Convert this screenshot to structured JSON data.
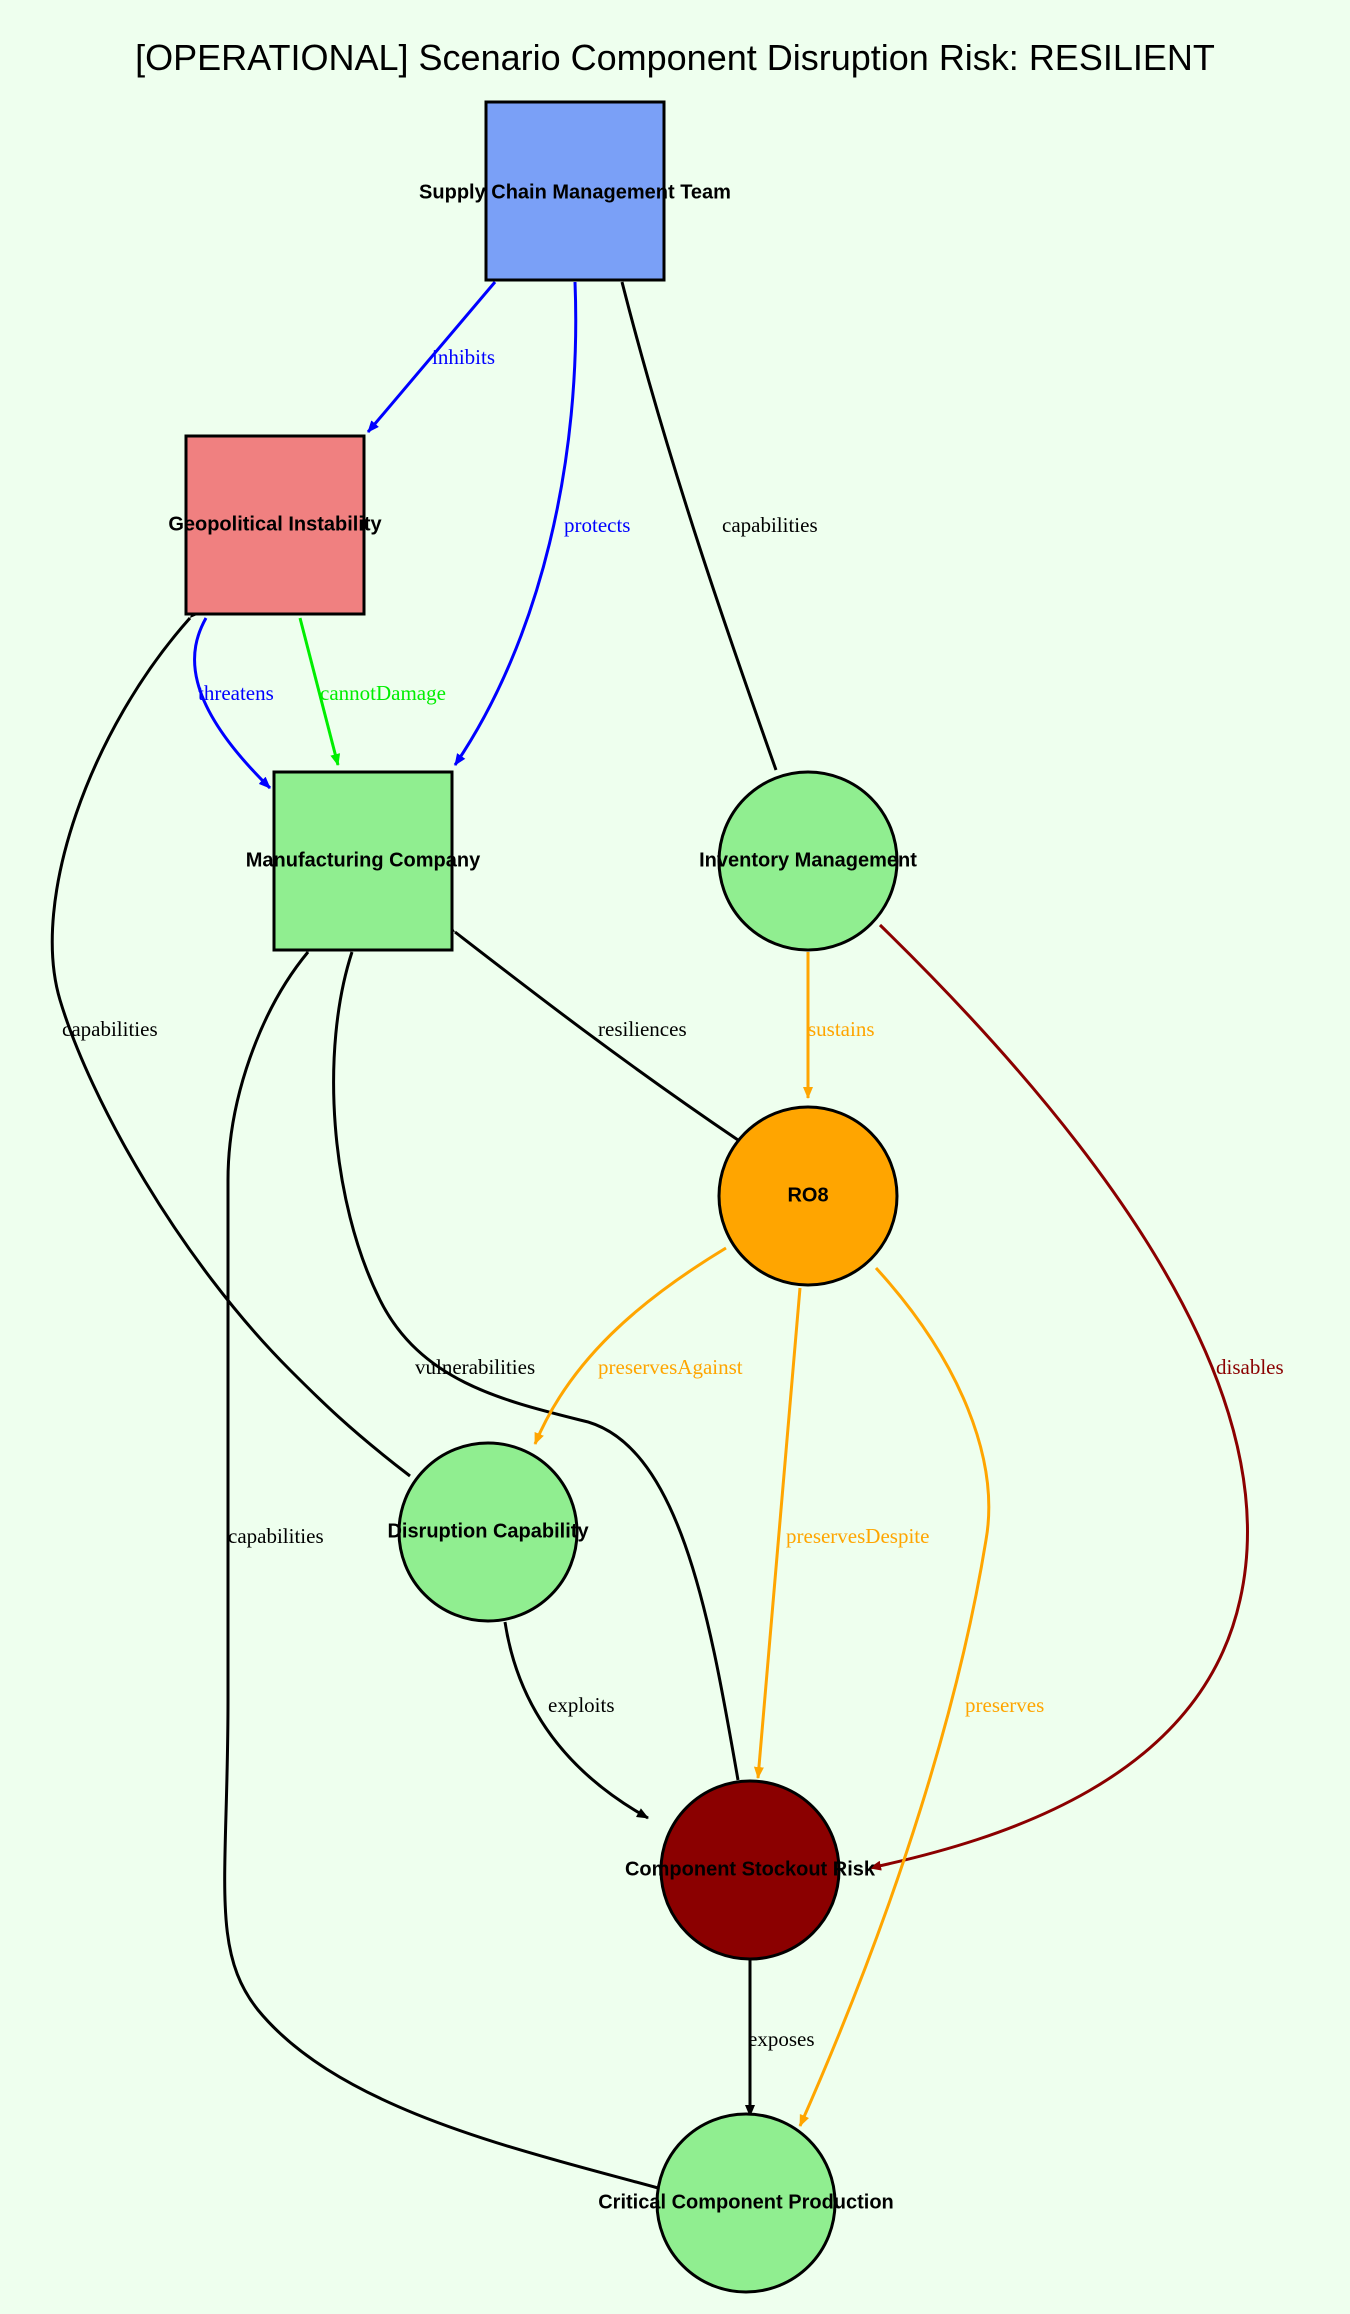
{
  "title": "[OPERATIONAL] Scenario Component Disruption Risk: RESILIENT",
  "colors": {
    "background": "#eeffee",
    "actor_blue": "#7aa0f7",
    "threat_red": "#f08080",
    "asset_green": "#90ee90",
    "resilience_orange": "#ffa500",
    "risk_darkred": "#8b0000",
    "edge_blue": "#0000ff",
    "edge_green": "#00ee00",
    "edge_orange": "#ffa500",
    "edge_darkred": "#8b0000",
    "edge_black": "#000000"
  },
  "nodes": {
    "supply_chain_team": {
      "label": "Supply Chain Management Team",
      "shape": "square"
    },
    "geopolitical_instability": {
      "label": "Geopolitical Instability",
      "shape": "square"
    },
    "manufacturing_company": {
      "label": "Manufacturing Company",
      "shape": "square"
    },
    "inventory_management": {
      "label": "Inventory Management",
      "shape": "circle"
    },
    "ro8": {
      "label": "RO8",
      "shape": "circle"
    },
    "disruption_capability": {
      "label": "Disruption Capability",
      "shape": "circle"
    },
    "component_stockout_risk": {
      "label": "Component Stockout Risk",
      "shape": "circle"
    },
    "critical_component_production": {
      "label": "Critical Component Production",
      "shape": "circle"
    }
  },
  "edges": {
    "inhibits": "inhibits",
    "protects": "protects",
    "capabilities_team": "capabilities",
    "threatens": "threatens",
    "cannot_damage": "cannotDamage",
    "capabilities_geo": "capabilities",
    "resiliences": "resiliences",
    "sustains": "sustains",
    "disables": "disables",
    "vulnerabilities": "vulnerabilities",
    "preserves_against": "preservesAgainst",
    "preserves_despite": "preservesDespite",
    "capabilities_mfg": "capabilities",
    "preserves": "preserves",
    "exploits": "exploits",
    "exposes": "exposes"
  }
}
